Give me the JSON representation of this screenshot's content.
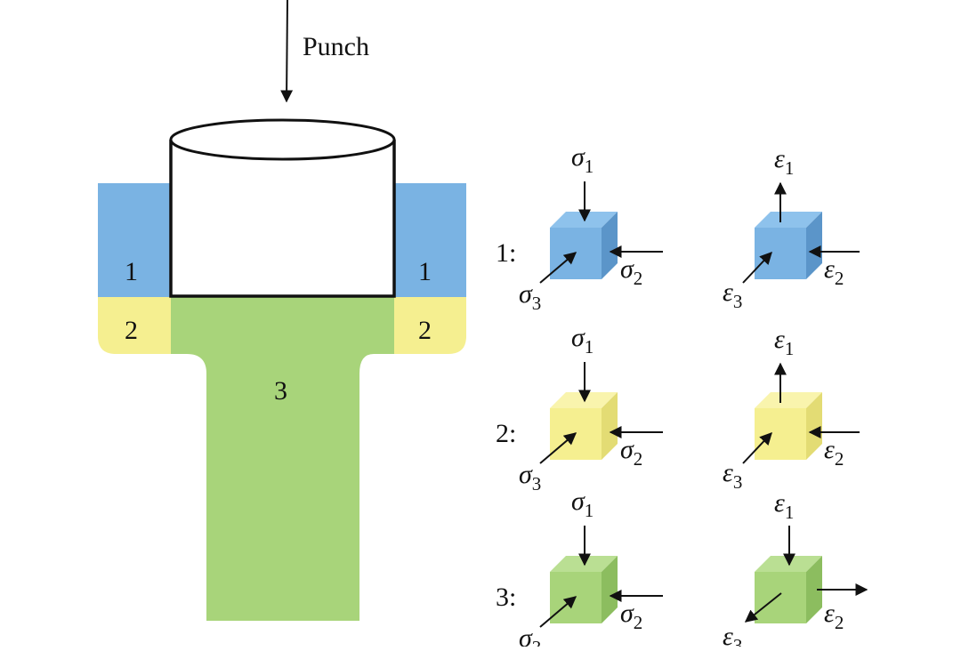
{
  "punch_label": "Punch",
  "regions": {
    "zone1": "1",
    "zone2": "2",
    "zone3": "3"
  },
  "rows": [
    {
      "label": "1:",
      "color": "#7ab3e3",
      "top": "#8ec2ec",
      "side": "#5b95c9"
    },
    {
      "label": "2:",
      "color": "#f5ef90",
      "top": "#f9f4ad",
      "side": "#e3dc74"
    },
    {
      "label": "3:",
      "color": "#a8d47a",
      "top": "#badf93",
      "side": "#8cbd5f"
    }
  ],
  "stress": {
    "symbol": "σ",
    "sub1": "1",
    "sub2": "2",
    "sub3": "3"
  },
  "strain": {
    "symbol": "ε",
    "sub1": "1",
    "sub2": "2",
    "sub3": "3"
  },
  "colors": {
    "zone1": "#7ab3e3",
    "zone2": "#f5ef90",
    "zone3": "#a8d47a",
    "outline": "#111111"
  }
}
